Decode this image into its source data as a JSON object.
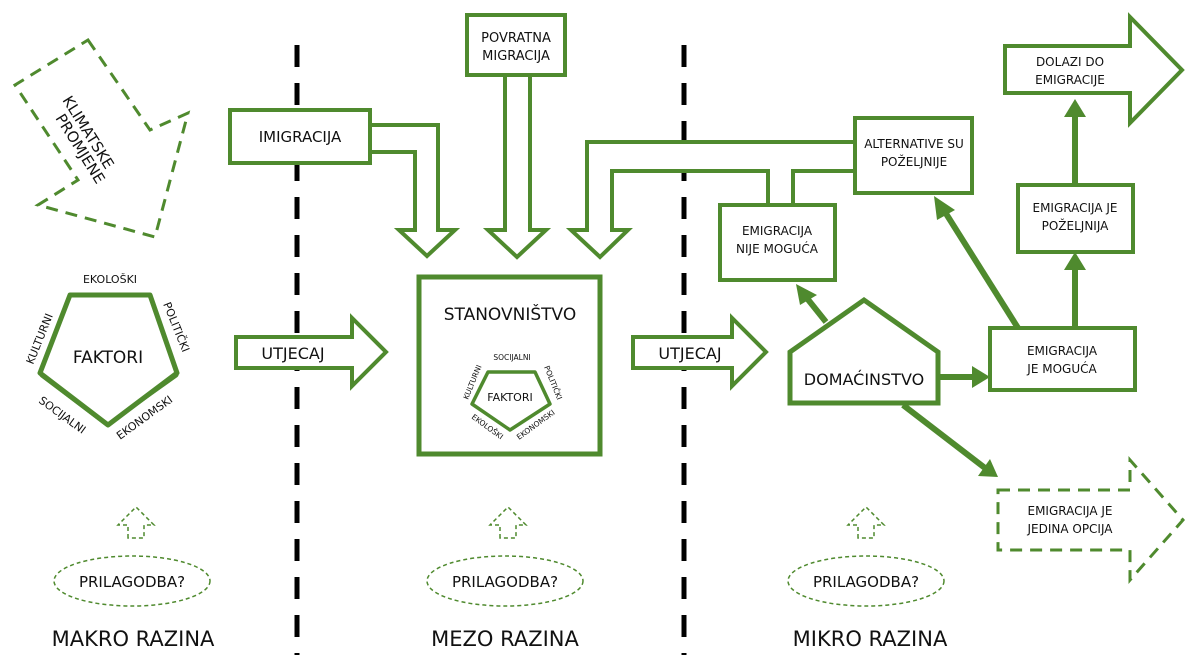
{
  "colors": {
    "accent": "#4f8a2e",
    "text": "#111111"
  },
  "climate": {
    "line1": "KLIMATSKE",
    "line2": "PROMJENE"
  },
  "macro": {
    "center": "FAKTORI",
    "top": "EKOLOŠKI",
    "right": "POLITIČKI",
    "bottom_right": "EKONOMSKI",
    "bottom_left": "SOCIJALNI",
    "left": "KULTURNI",
    "utjecaj": "UTJECAJ",
    "prilagodba": "PRILAGODBA?",
    "level": "MAKRO RAZINA"
  },
  "meso": {
    "imigracija": "IMIGRACIJA",
    "povratna1": "POVRATNA",
    "povratna2": "MIGRACIJA",
    "stanovnistvo": "STANOVNIŠTVO",
    "mini_center": "FAKTORI",
    "mini_top": "SOCIJALNI",
    "mini_right": "POLITIČKI",
    "mini_bottom_right": "EKONOMSKI",
    "mini_bottom_left": "EKOLOŠKI",
    "mini_left": "KULTURNI",
    "utjecaj": "UTJECAJ",
    "prilagodba": "PRILAGODBA?",
    "level": "MEZO RAZINA"
  },
  "micro": {
    "alternative1": "ALTERNATIVE SU",
    "alternative2": "POŽELJNIJE",
    "nije1": "EMIGRACIJA",
    "nije2": "NIJE MOGUĆA",
    "domacinstvo": "DOMAĆINSTVO",
    "moguca1": "EMIGRACIJA",
    "moguca2": "JE MOGUĆA",
    "pozeljnija1": "EMIGRACIJA JE",
    "pozeljnija2": "POŽELJNIJA",
    "dolazi1": "DOLAZI DO",
    "dolazi2": "EMIGRACIJE",
    "jedina1": "EMIGRACIJA JE",
    "jedina2": "JEDINA OPCIJA",
    "prilagodba": "PRILAGODBA?",
    "level": "MIKRO RAZINA"
  }
}
